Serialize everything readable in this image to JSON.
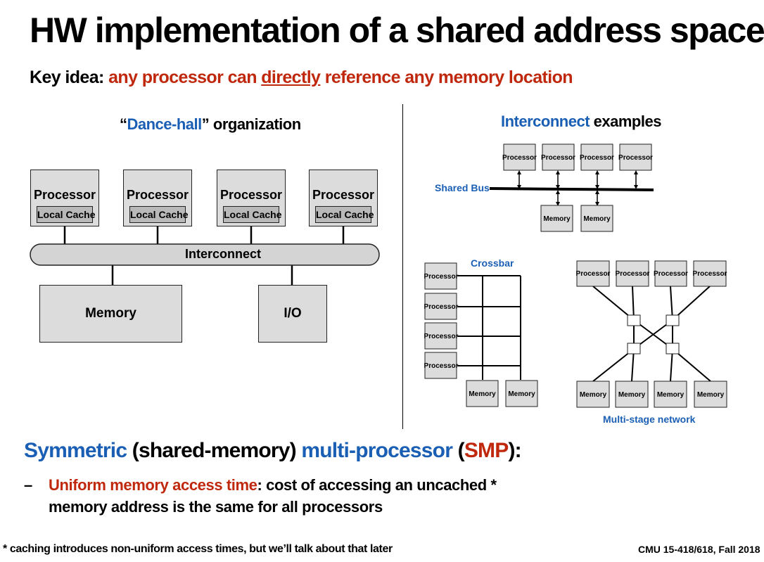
{
  "title": "HW implementation of a shared address space",
  "key_idea": {
    "label": "Key idea:",
    "pre": "any processor can",
    "underlined": "directly",
    "post": "reference any memory location"
  },
  "dance_hall": {
    "heading_quote_open": "“",
    "heading_blue": "Dance-hall",
    "heading_rest": "” organization",
    "processor_label": "Processor",
    "cache_label": "Local Cache",
    "interconnect_label": "Interconnect",
    "memory_label": "Memory",
    "io_label": "I/O"
  },
  "interconnect_examples": {
    "heading_blue": "Interconnect",
    "heading_rest": " examples",
    "shared_bus_label": "Shared Bus",
    "crossbar_label": "Crossbar",
    "multistage_label": "Multi-stage network",
    "processor_label": "Processor",
    "memory_label": "Memory"
  },
  "smp": {
    "blue1": "Symmetric",
    "black1": " (shared-memory) ",
    "blue2": "multi-processor",
    "black2": " (",
    "red": "SMP",
    "black3": "):"
  },
  "bullet": {
    "dash": "–",
    "red": "Uniform memory access time",
    "line1_rest": ": cost of accessing an uncached *",
    "line2": "memory address is the same for all processors"
  },
  "footnote": "* caching introduces non-uniform access times, but we’ll talk about that later",
  "course": "CMU 15-418/618, Fall 2018",
  "colors": {
    "blue": "#1a5fb4",
    "red": "#c0280e",
    "box_fill": "#dcdcdc",
    "cache_fill": "#b9b9b9"
  }
}
